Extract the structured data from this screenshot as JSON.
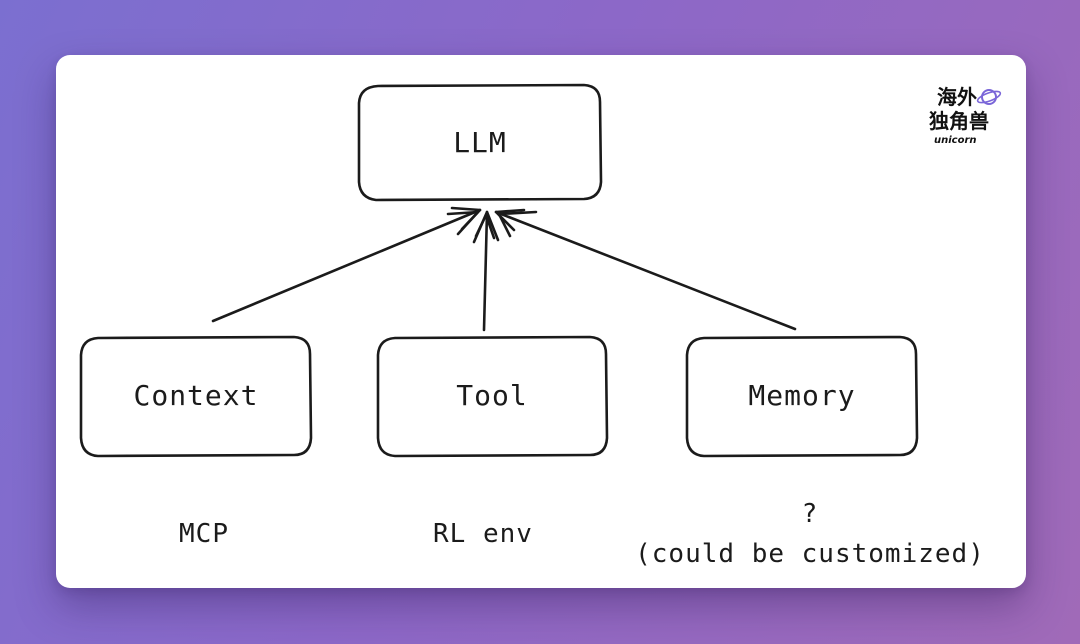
{
  "diagram": {
    "top_node": {
      "label": "LLM"
    },
    "nodes": [
      {
        "label": "Context",
        "caption": "MCP",
        "caption_line2": ""
      },
      {
        "label": "Tool",
        "caption": "RL env",
        "caption_line2": ""
      },
      {
        "label": "Memory",
        "caption": "?",
        "caption_line2": "(could be customized)"
      }
    ]
  },
  "logo": {
    "text_cn_line1": "海外",
    "text_cn_line2": "独角兽",
    "text_en": "unicorn",
    "icon": "planet-icon"
  },
  "colors": {
    "stroke": "#1b1b1b",
    "card_background": "#ffffff",
    "page_gradient_start": "#7b6fd0",
    "page_gradient_end": "#a06ab8"
  }
}
